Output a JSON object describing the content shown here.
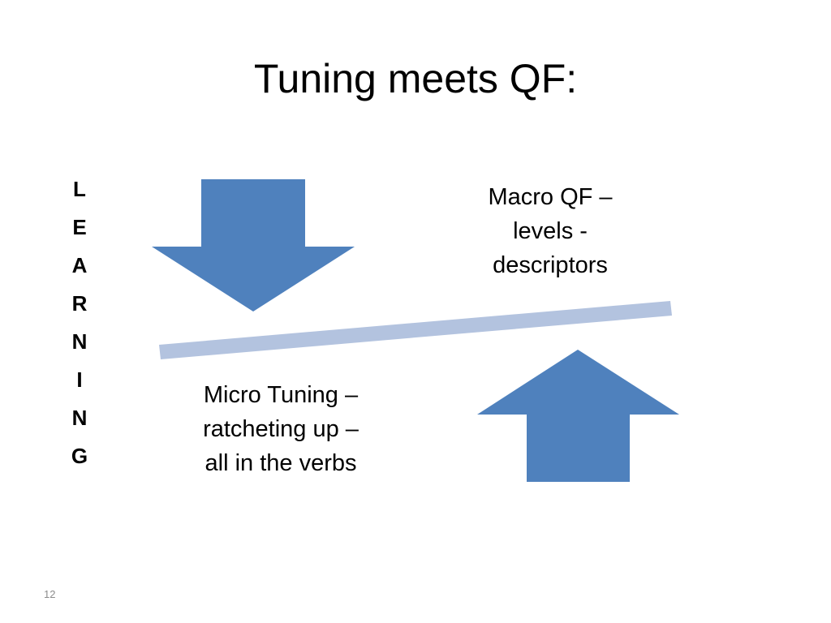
{
  "slide": {
    "title": "Tuning meets QF:",
    "vertical_word_letters": [
      "L",
      "E",
      "A",
      "R",
      "N",
      "I",
      "N",
      "G"
    ],
    "macro_label_lines": [
      "Macro QF –",
      "levels -",
      "descriptors"
    ],
    "micro_label_lines": [
      "Micro Tuning –",
      "ratcheting up –",
      "all in the verbs"
    ],
    "slide_number": "12"
  },
  "colors": {
    "arrow_fill": "#4f81bd",
    "bar_fill": "#b3c3df",
    "slide_number_text": "#8c8c8c"
  },
  "icons": {
    "down_arrow": "arrow-down-icon",
    "up_arrow": "arrow-up-icon"
  }
}
